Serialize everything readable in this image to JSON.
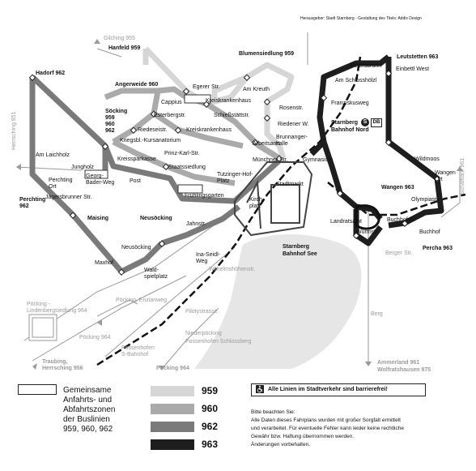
{
  "credit": "Herausgeber: Stadt Starnberg - Gestaltung des Titels: Addix Design",
  "colors": {
    "line959": "#d6d6d6",
    "line960": "#aaaaaa",
    "line962": "#7a7a7a",
    "line963": "#1e1e1e",
    "lake": "#e6e6e6",
    "road": "#9a9a9a"
  },
  "labels": {
    "gilching": "Gilching 955",
    "hanfeld": "Hanfeld 959",
    "blumen": "Blumensiedlung 959",
    "leutstetten": "Leutstetten 963",
    "petersbrunn": "Petersbrunn",
    "einbettl": "Einbettl West",
    "schlosshoelzl": "Am Schlosshölzl",
    "hadorf": "Hadorf 962",
    "angerweide": "Angerweide 960",
    "egerer": "Egerer Str.",
    "amkreuth": "Am Kreuth",
    "cappius": "Cappius",
    "kreiskrank1": "Kreiskrankenhaus",
    "schiessstaett": "Schießstättstr.",
    "rosenstr": "Rosenstr.",
    "franziskusweg": "Franziskusweg",
    "soecking": "Söcking\n959\n960\n962",
    "esterberg": "Esterbergstr.",
    "riedeseistr": "Riedeseistr.",
    "kreiskrank2": "Kreiskrankenhaus",
    "riedenerw": "Riedener W.",
    "brunnanger": "Brunnanger-\nhalle",
    "starnbergnord": "Starnberg",
    "starnbergnord2": "Bahnhof Nord",
    "herrsching951": "Herrsching 951",
    "kriegsbl": "Kriegsbl.-Kursanatorium",
    "prinzkarl": "Prinz-Karl-Str.",
    "arbeitsamt": "Arbeitsamt",
    "muenchner": "Münchner Str.",
    "gymnasium": "Gymnasium",
    "laichholz": "Am Laichholz",
    "kreissparkasse": "Kreissparkasse",
    "staatssiedlung": "Staatssiedlung",
    "wildmoos": "Wildmoos",
    "wangenort": "Wangen\nOrt",
    "schaeftlarn": "Schäftlarn 961",
    "jungholz": "Jungholz",
    "perchingort": "Perchting\nOrt",
    "georgbader": "Georg-\nBader-Weg",
    "post": "Post",
    "tutzinger": "Tutzinger-Hof-\nPlatz",
    "stadtmarkt": "Stadtmarkt",
    "wangen963": "Wangen 963",
    "olympiastr": "Olympiastr.",
    "perchting962": "Perchting\n962",
    "jaegerbrunner": "Jägersbrunner Str.",
    "fruehlingsgarten": "Frühlingsgarten",
    "kirchplatz": "Kirch-\nplatz",
    "maising": "Maising",
    "neusoecking": "Neusöcking",
    "jahnstr": "Jahnstr.",
    "landratsamt": "Landratsamt",
    "wuermstr": "Würmstr.",
    "buchhofstr": "Buchhofstr.",
    "buchhof": "Buchhof",
    "percha": "Percha 963",
    "neusoecking2": "Neusöcking",
    "inaseidl": "Ina-Seidl-\nWeg",
    "starnbergsee": "Starnberg",
    "starnbergsee2": "Bahnhof See",
    "bergerstr": "Berger Str.",
    "maxhof": "Maxhof",
    "waldspielplatz": "Wald-\nspielplatz",
    "wilhelmshoehe": "Wilhelmshöhenstr.",
    "poecklinden": "Pöcking -\nLindenbergsiedlung 964",
    "poeckenzian": "Pöcking, Enzianweg",
    "pilotystr": "Pilotystrasse",
    "berg": "Berg",
    "poecking964": "Pöcking 964",
    "niederpoecking": "Niederpöcking",
    "possenhofenschloss": "Possenhofen Schlossberg",
    "possenhofenbhf": "Possenhofen\nS-Bahnhof",
    "ammerland": "Ammerland 961",
    "wolfratshausen": "Wolfratshausen 975",
    "traubing": "Traubing,\nHerrsching 956",
    "poecking964b": "Pöcking 964"
  },
  "legend": {
    "zone_text": "Gemeinsame\nAnfahrts- und\nAbfahrtszonen\nder Buslinien\n959, 960, 962",
    "lines": [
      {
        "label": "959",
        "color": "#d6d6d6"
      },
      {
        "label": "960",
        "color": "#aaaaaa"
      },
      {
        "label": "962",
        "color": "#7a7a7a"
      },
      {
        "label": "963",
        "color": "#1e1e1e"
      }
    ],
    "barrierefrei": "Alle Linien im Stadtverkehr sind barrierefrei!",
    "note": "Bitte beachten Sie:\nAlle Daten dieses Fahrplans wurden mit großer Sorgfalt ermittelt\nund verarbeitet. Für eventuelle Fehler kann leider keine rechtliche\nGewähr bzw. Haftung übernommen werden.\nÄnderungen vorbehalten."
  },
  "icons": {
    "wheelchair": "wheelchair-icon",
    "sbahn": "s-bahn-icon",
    "db": "db-icon"
  }
}
